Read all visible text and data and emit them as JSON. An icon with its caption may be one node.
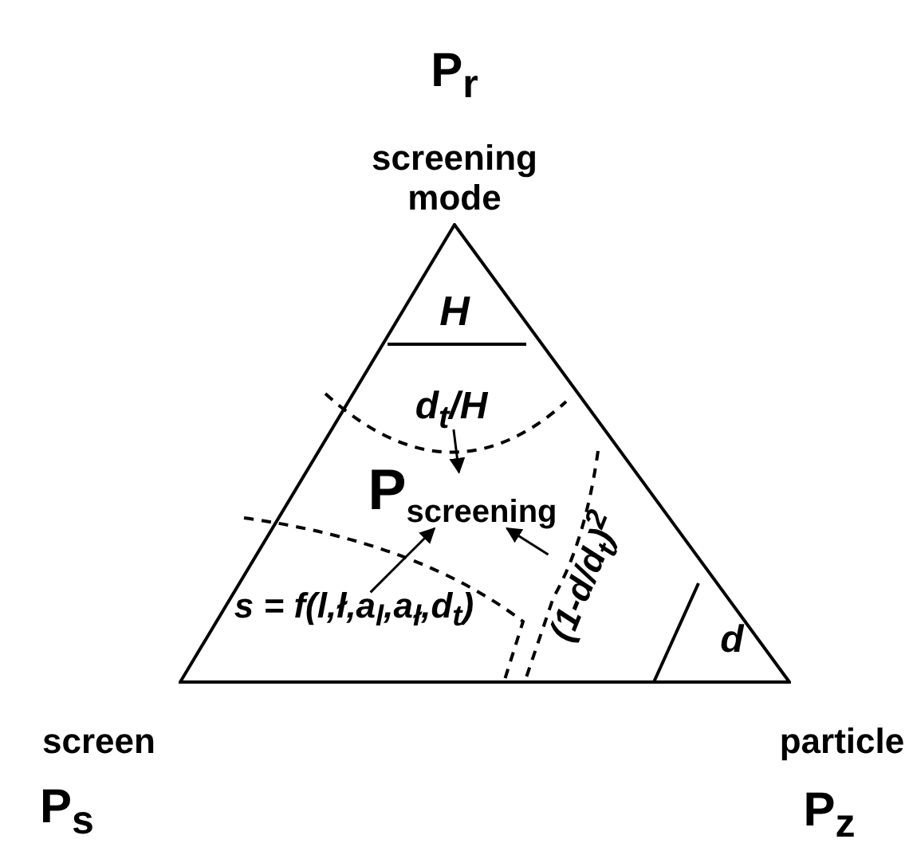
{
  "diagram": {
    "nodes": [
      {
        "text": [],
        "shape": "triangle"
      },
      {
        "text": [
          "H"
        ],
        "in": 0
      },
      {
        "text": [
          "d$_{t}$/H"
        ],
        "in": 0
      },
      {
        "text": [
          "P$_{screening}$"
        ],
        "in": 0
      },
      {
        "text": [
          "s = f(l,ł,a$_{l}$,a$_{ł}$,d$_{t}$)"
        ],
        "in": 0
      },
      {
        "text": [
          "(1-d/d$_{t}$)$^{2}$"
        ],
        "in": 0
      },
      {
        "text": [
          "d"
        ],
        "in": 0
      }
    ],
    "edges": [
      {
        "from": 2,
        "to": 3,
        "arrow": "to"
      },
      {
        "from": 4,
        "to": 3,
        "arrow": "to"
      },
      {
        "from": 5,
        "to": 3,
        "arrow": "to"
      }
    ],
    "labels": [
      "P$_{r}$",
      "screening mode",
      "screen",
      "particle",
      "P$_{s}$",
      "P$_{z}$"
    ]
  }
}
